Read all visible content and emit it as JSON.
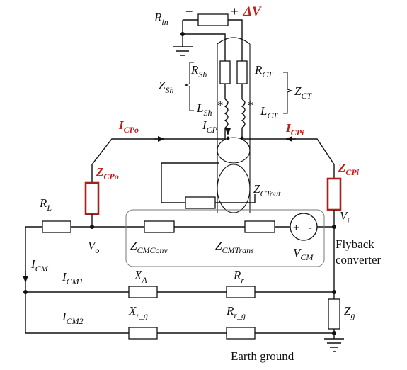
{
  "labels": {
    "r_in": {
      "main": "R",
      "sub": "in"
    },
    "delta_v": "ΔV",
    "plus": "+",
    "minus": "−",
    "r_sh": {
      "main": "R",
      "sub": "Sh"
    },
    "r_ct": {
      "main": "R",
      "sub": "CT"
    },
    "z_sh": {
      "main": "Z",
      "sub": "Sh"
    },
    "z_ct": {
      "main": "Z",
      "sub": "CT"
    },
    "l_sh": {
      "main": "L",
      "sub": "Sh"
    },
    "l_ct": {
      "main": "L",
      "sub": "CT"
    },
    "dot_mark": "*",
    "i_cp": {
      "main": "I",
      "sub": "CP"
    },
    "i_cpo": {
      "main": "I",
      "sub": "CPo"
    },
    "i_cpi": {
      "main": "I",
      "sub": "CPi"
    },
    "z_cpo": {
      "main": "Z",
      "sub": "CPo"
    },
    "z_cpi": {
      "main": "Z",
      "sub": "CPi"
    },
    "z_ctout": {
      "main": "Z",
      "sub": "CTout"
    },
    "r_l": {
      "main": "R",
      "sub": "L"
    },
    "v_o": {
      "main": "V",
      "sub": "o"
    },
    "v_i": {
      "main": "V",
      "sub": "i"
    },
    "z_cmconv": {
      "main": "Z",
      "sub": "CMConv"
    },
    "z_cmtrans": {
      "main": "Z",
      "sub": "CMTrans"
    },
    "v_cm": {
      "main": "V",
      "sub": "CM"
    },
    "flyback_line1": "Flyback",
    "flyback_line2": "converter",
    "i_cm": {
      "main": "I",
      "sub": "CM"
    },
    "i_cm1": {
      "main": "I",
      "sub": "CM1"
    },
    "i_cm2": {
      "main": "I",
      "sub": "CM2"
    },
    "x_a": {
      "main": "X",
      "sub": "A"
    },
    "r_r": {
      "main": "R",
      "sub": "r"
    },
    "x_r_g": {
      "main": "X",
      "sub": "r_g"
    },
    "r_r_g": {
      "main": "R",
      "sub": "r_g"
    },
    "z_g": {
      "main": "Z",
      "sub": "g"
    },
    "earth_ground": "Earth ground",
    "src_plus": "+",
    "src_minus": "-"
  },
  "colors": {
    "accent": "#c0201a",
    "ink": "#111111"
  }
}
